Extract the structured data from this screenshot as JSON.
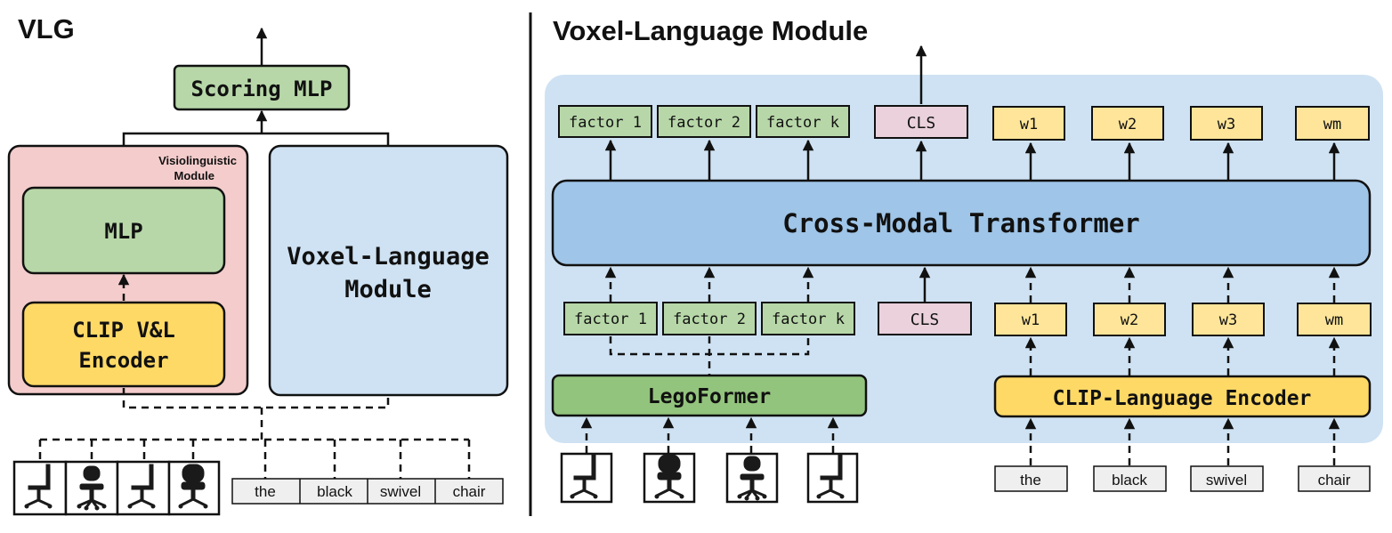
{
  "vlg": {
    "title": "VLG",
    "scoring_mlp": "Scoring MLP",
    "visiolinguistic_line1": "Visiolinguistic",
    "visiolinguistic_line2": "Module",
    "mlp": "MLP",
    "clip_line1": "CLIP V&L",
    "clip_line2": "Encoder",
    "vl_module_line1": "Voxel-Language",
    "vl_module_line2": "Module",
    "words": [
      "the",
      "black",
      "swivel",
      "chair"
    ]
  },
  "vlm": {
    "title": "Voxel-Language Module",
    "factor_tokens": [
      "factor 1",
      "factor 2",
      "factor k"
    ],
    "cls": "CLS",
    "word_tokens": [
      "w1",
      "w2",
      "w3",
      "wm"
    ],
    "transformer": "Cross-Modal Transformer",
    "legoformer": "LegoFormer",
    "clip_language": "CLIP-Language Encoder",
    "words": [
      "the",
      "black",
      "swivel",
      "chair"
    ]
  },
  "colors": {
    "green_light": "#b7d7a8",
    "green_dark": "#93c47d",
    "pink": "#f4cccc",
    "pink_token": "#ead1dc",
    "yellow_strong": "#ffd966",
    "yellow_token": "#ffe599",
    "blue_light": "#cfe2f3",
    "blue_mid": "#9fc5e8",
    "gray_token": "#efefef"
  }
}
